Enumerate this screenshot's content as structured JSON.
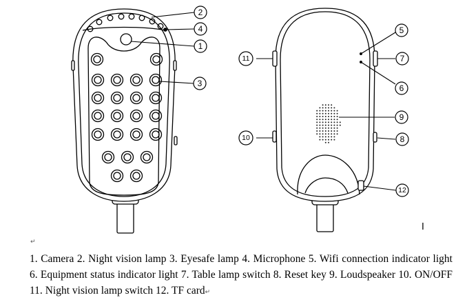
{
  "callouts": {
    "c1": "1",
    "c2": "2",
    "c3": "3",
    "c4": "4",
    "c5": "5",
    "c6": "6",
    "c7": "7",
    "c8": "8",
    "c9": "9",
    "c10": "10",
    "c11": "11",
    "c12": "12"
  },
  "caption": {
    "text": "1. Camera 2. Night vision lamp 3. Eyesafe lamp 4. Microphone 5. Wifi connection indicator light 6. Equipment status indicator light 7. Table lamp switch 8. Reset key 9. Loudspeaker    10. ON/OFF 11. Night vision lamp switch 12. TF card"
  },
  "marks": {
    "return_symbol": "↵",
    "cursor_symbol": "I"
  }
}
